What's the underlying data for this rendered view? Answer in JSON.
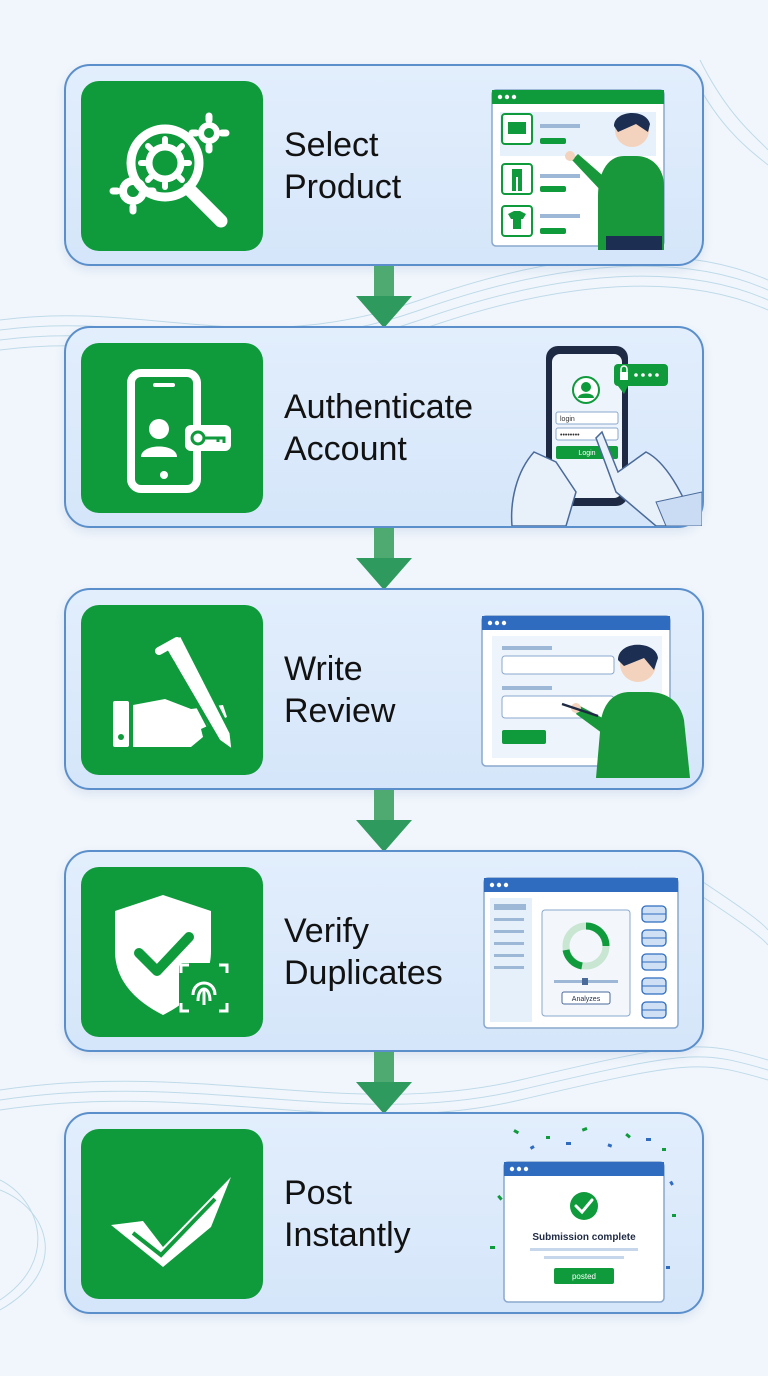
{
  "steps": [
    {
      "line1": "Select",
      "line2": "Product",
      "icon": "gear-magnifier-icon"
    },
    {
      "line1": "Authenticate",
      "line2": "Account",
      "icon": "phone-key-icon"
    },
    {
      "line1": "Write",
      "line2": "Review",
      "icon": "hand-pen-icon"
    },
    {
      "line1": "Verify",
      "line2": "Duplicates",
      "icon": "shield-check-fingerprint-icon"
    },
    {
      "line1": "Post",
      "line2": "Instantly",
      "icon": "checkmark-icon"
    }
  ],
  "illustrations": {
    "auth": {
      "field1": "login",
      "field2": "••••••••",
      "button": "Login"
    },
    "verify": {
      "button": "Analyzes"
    },
    "post": {
      "message": "Submission complete",
      "button": "posted"
    }
  },
  "colors": {
    "accent": "#0f9a3c",
    "border": "#5b8fcb",
    "card": "#dbe9fb",
    "window_bar": "#2f6cc0"
  }
}
